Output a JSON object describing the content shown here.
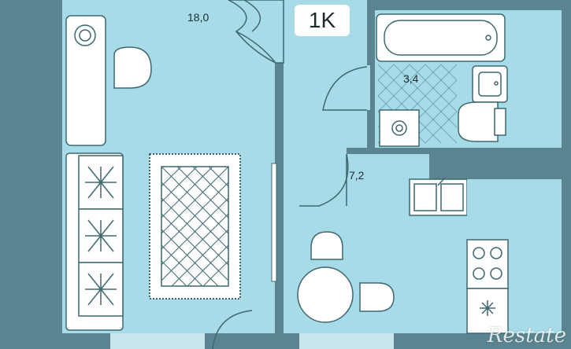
{
  "plan": {
    "type_badge": "1K",
    "rooms": {
      "living_room": {
        "area": "18,0"
      },
      "bathroom": {
        "area": "3,4"
      },
      "kitchen": {
        "area": "7,2"
      }
    }
  },
  "watermark": "Restate",
  "colors": {
    "wall": "#5a8590",
    "floor": "#a7dbe8",
    "wall_outline": "#3f6770",
    "furniture": "#ffffff",
    "line": "#3f6770",
    "text": "#1e2a30"
  }
}
